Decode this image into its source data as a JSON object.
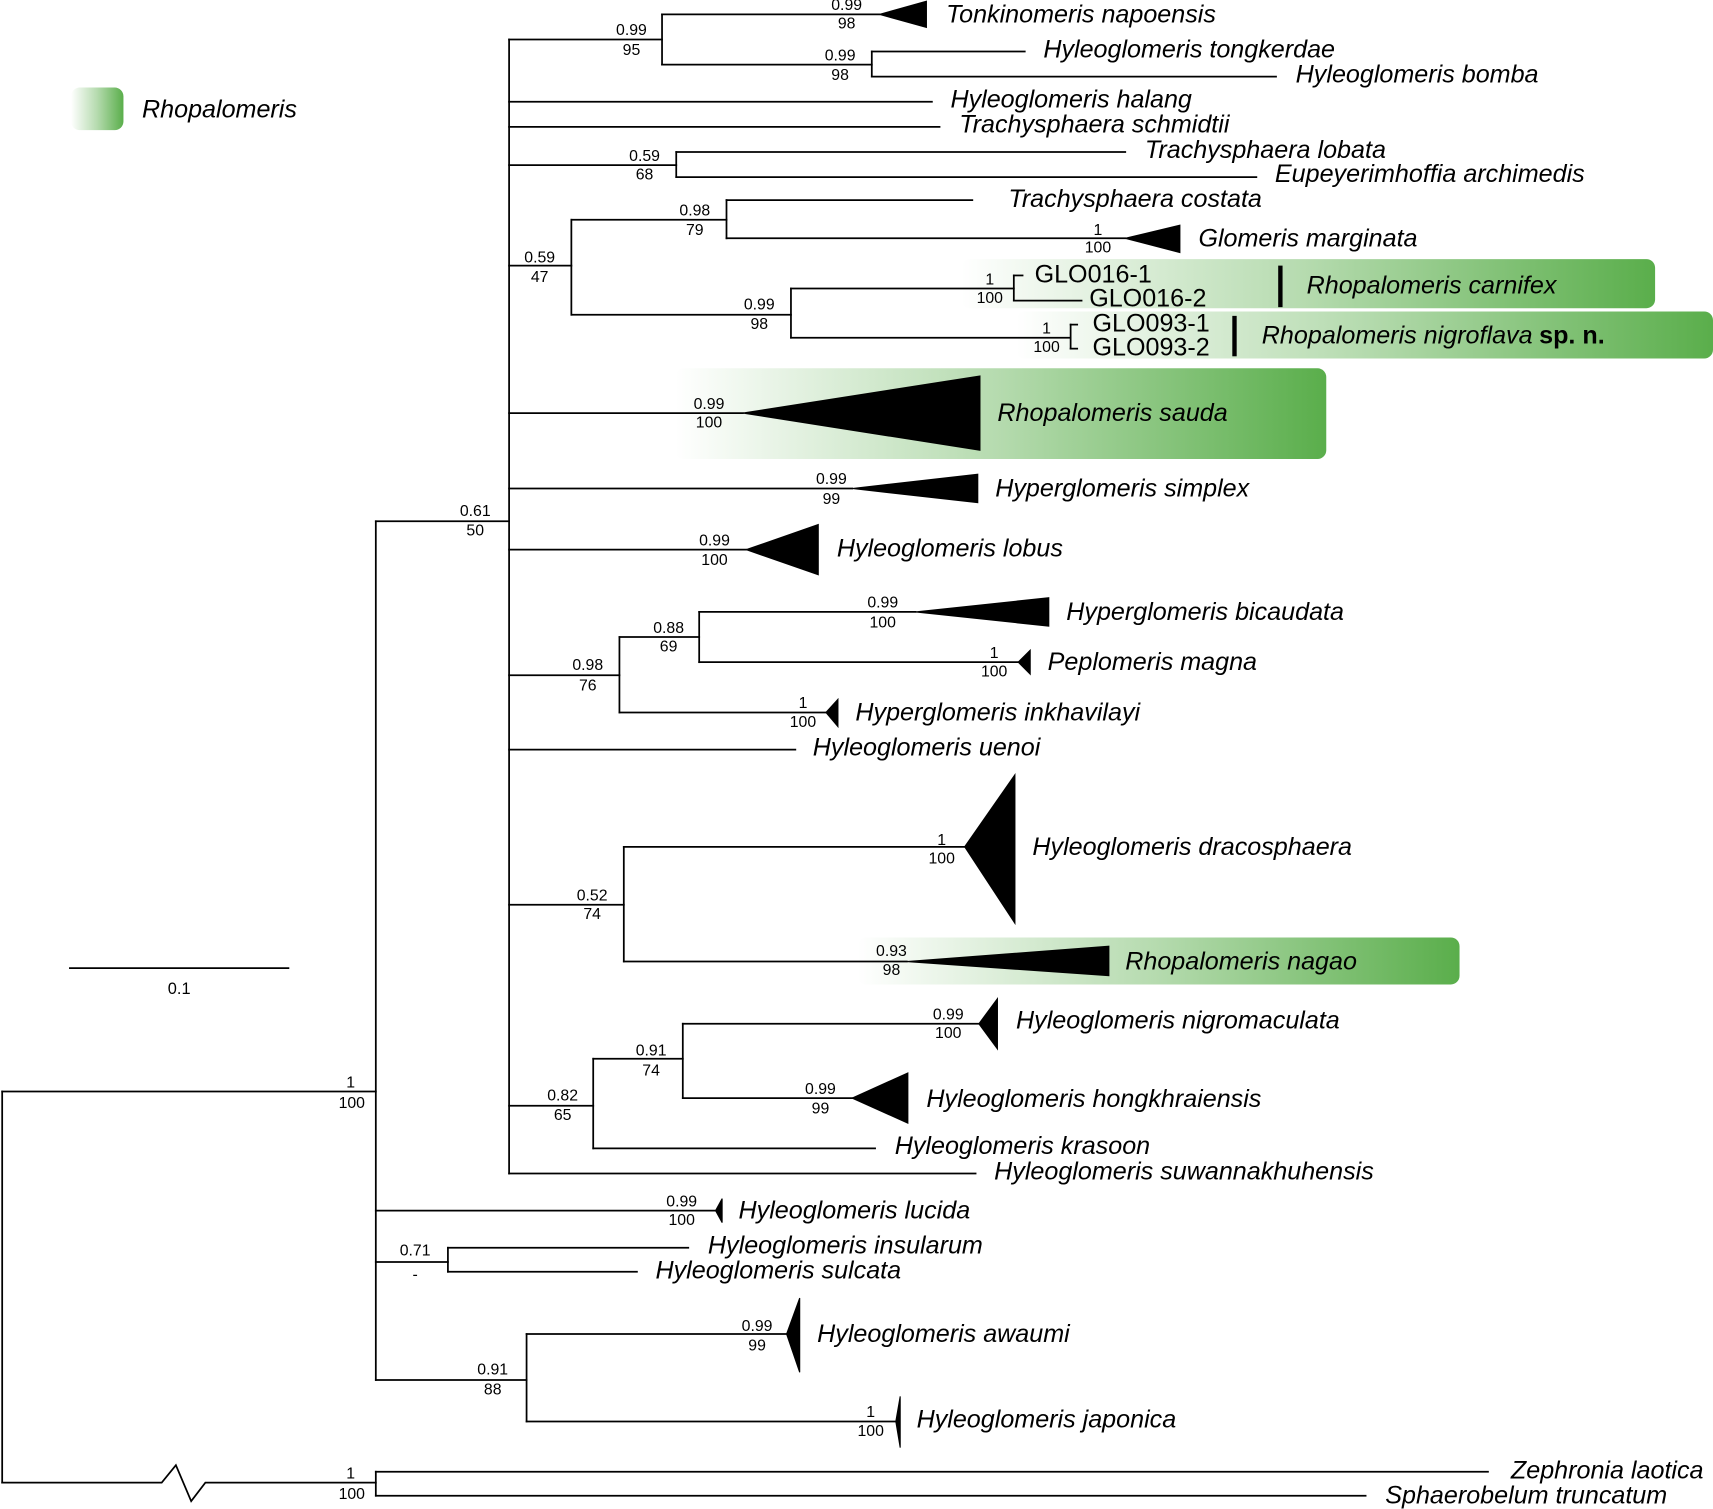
{
  "colors": {
    "highlight": "#5aae4b"
  },
  "legend": {
    "label": "Rhopalomeris"
  },
  "scale_bar": {
    "label": "0.1"
  },
  "taxa": {
    "tonkinomeris_napoensis": "Tonkinomeris napoensis",
    "hyleoglomeris_tongkerdae": "Hyleoglomeris tongkerdae",
    "hyleoglomeris_bomba": "Hyleoglomeris bomba",
    "hyleoglomeris_halang": "Hyleoglomeris halang",
    "trachysphaera_schmidtii": "Trachysphaera schmidtii",
    "trachysphaera_lobata": "Trachysphaera lobata",
    "eupeyerimhoffia_archimedis": "Eupeyerimhoffia archimedis",
    "trachysphaera_costata": "Trachysphaera costata",
    "glomeris_marginata": "Glomeris marginata",
    "rhopalomeris_sauda": "Rhopalomeris sauda",
    "hyperglomeris_simplex": "Hyperglomeris simplex",
    "hyleoglomeris_lobus": "Hyleoglomeris lobus",
    "hyperglomeris_bicaudata": "Hyperglomeris bicaudata",
    "peplomeris_magna": "Peplomeris magna",
    "hyperglomeris_inkhavilayi": "Hyperglomeris inkhavilayi",
    "hyleoglomeris_uenoi": "Hyleoglomeris uenoi",
    "hyleoglomeris_dracosphaera": "Hyleoglomeris dracosphaera",
    "rhopalomeris_nagao": "Rhopalomeris nagao",
    "hyleoglomeris_nigromaculata": "Hyleoglomeris nigromaculata",
    "hyleoglomeris_hongkhraiensis": "Hyleoglomeris hongkhraiensis",
    "hyleoglomeris_krasoon": "Hyleoglomeris krasoon",
    "hyleoglomeris_suwannakhuhensis": "Hyleoglomeris suwannakhuhensis",
    "hyleoglomeris_lucida": "Hyleoglomeris lucida",
    "hyleoglomeris_insularum": "Hyleoglomeris insularum",
    "hyleoglomeris_sulcata": "Hyleoglomeris sulcata",
    "hyleoglomeris_awaumi": "Hyleoglomeris awaumi",
    "hyleoglomeris_japonica": "Hyleoglomeris japonica",
    "zephronia_laotica": "Zephronia laotica",
    "sphaerobelum_truncatum": "Sphaerobelum truncatum"
  },
  "specimens": {
    "glo016_1": "GLO016-1",
    "glo016_2": "GLO016-2",
    "glo093_1": "GLO093-1",
    "glo093_2": "GLO093-2"
  },
  "highlighted_clades": {
    "carnifex": "Rhopalomeris carnifex",
    "nigroflava": "Rhopalomeris nigroflava",
    "nigroflava_note": "sp. n."
  },
  "support": {
    "tonkinomeris_napoensis": {
      "pp": "0.99",
      "bs": "98"
    },
    "tonkinomeris_tongkerdae_bomba": {
      "pp": "0.99",
      "bs": "95"
    },
    "tongkerdae_bomba": {
      "pp": "0.99",
      "bs": "98"
    },
    "lobata_archimedis": {
      "pp": "0.59",
      "bs": "68"
    },
    "costata_marginata": {
      "pp": "0.98",
      "bs": "79"
    },
    "glomeris_marginata": {
      "pp": "1",
      "bs": "100"
    },
    "costata_to_nigroflava": {
      "pp": "0.59",
      "bs": "47"
    },
    "rhopalomeris_carnifex": {
      "pp": "1",
      "bs": "100"
    },
    "carnifex_nigroflava": {
      "pp": "0.99",
      "bs": "98"
    },
    "rhopalomeris_nigroflava": {
      "pp": "1",
      "bs": "100"
    },
    "rhopalomeris_sauda": {
      "pp": "0.99",
      "bs": "100"
    },
    "tonkinomeris_to_suwannakhuhensis": {
      "pp": "0.61",
      "bs": "50"
    },
    "hyperglomeris_simplex": {
      "pp": "0.99",
      "bs": "99"
    },
    "hyleoglomeris_lobus": {
      "pp": "0.99",
      "bs": "100"
    },
    "hyperglomeris_bicaudata": {
      "pp": "0.99",
      "bs": "100"
    },
    "bicaudata_magna": {
      "pp": "0.88",
      "bs": "69"
    },
    "peplomeris_magna": {
      "pp": "1",
      "bs": "100"
    },
    "bicaudata_to_inkhavilayi": {
      "pp": "0.98",
      "bs": "76"
    },
    "hyperglomeris_inkhavilayi": {
      "pp": "1",
      "bs": "100"
    },
    "hyleoglomeris_dracosphaera": {
      "pp": "1",
      "bs": "100"
    },
    "dracosphaera_nagao": {
      "pp": "0.52",
      "bs": "74"
    },
    "rhopalomeris_nagao": {
      "pp": "0.93",
      "bs": "98"
    },
    "hyleoglomeris_nigromaculata": {
      "pp": "0.99",
      "bs": "100"
    },
    "nigromaculata_hongkhraiensis": {
      "pp": "0.91",
      "bs": "74"
    },
    "hyleoglomeris_hongkhraiensis": {
      "pp": "0.99",
      "bs": "99"
    },
    "nigromaculata_to_krasoon": {
      "pp": "0.82",
      "bs": "65"
    },
    "ingroup": {
      "pp": "1",
      "bs": "100"
    },
    "hyleoglomeris_lucida": {
      "pp": "0.99",
      "bs": "100"
    },
    "insularum_sulcata": {
      "pp": "0.71",
      "bs": "-"
    },
    "hyleoglomeris_awaumi": {
      "pp": "0.99",
      "bs": "99"
    },
    "awaumi_japonica": {
      "pp": "0.91",
      "bs": "88"
    },
    "hyleoglomeris_japonica": {
      "pp": "1",
      "bs": "100"
    },
    "outgroup": {
      "pp": "1",
      "bs": "100"
    }
  }
}
